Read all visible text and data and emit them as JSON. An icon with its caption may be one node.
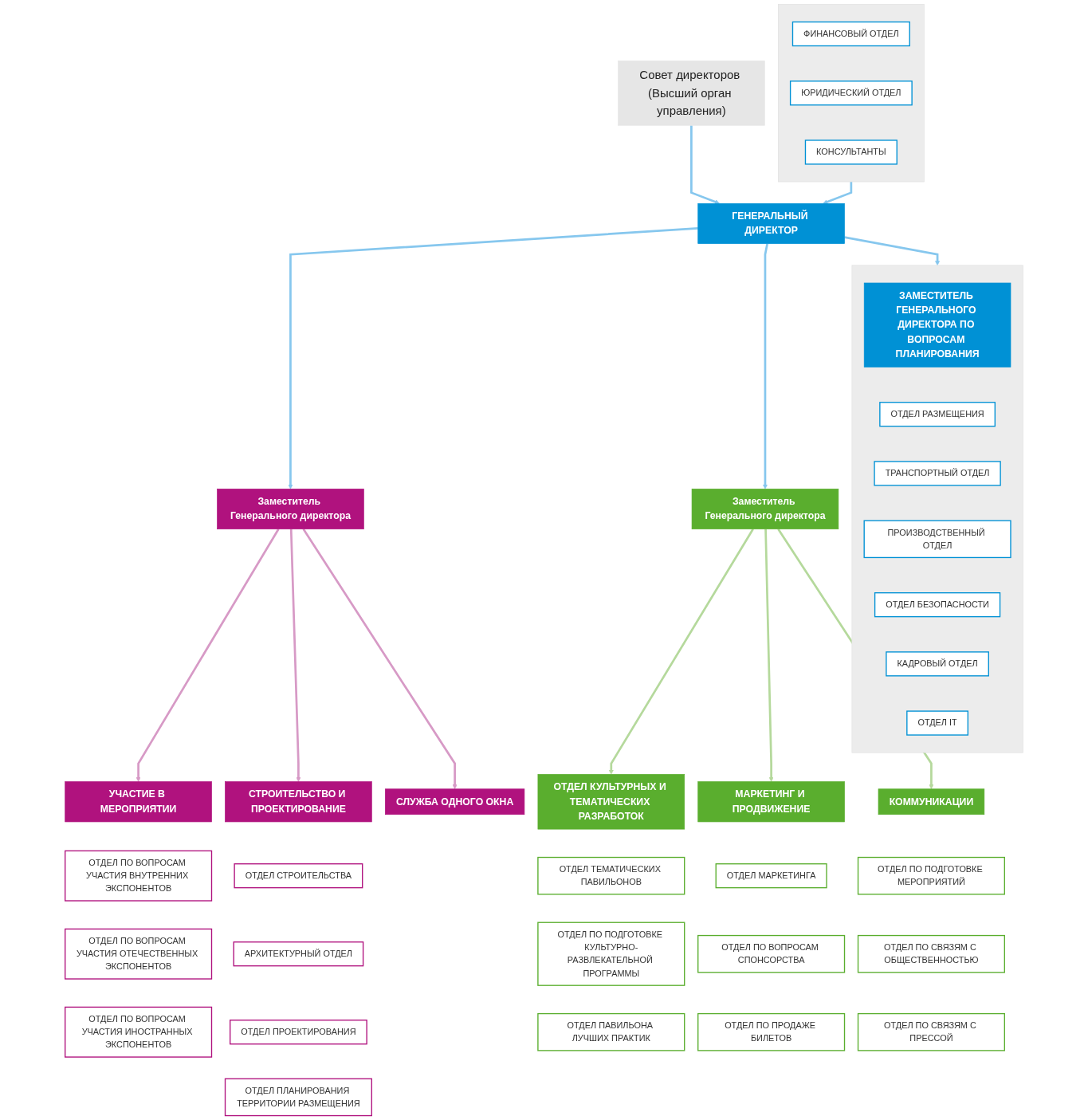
{
  "diagram": {
    "nodes": [
      {
        "text": [
          "Совет директоров (Высший орган управления)"
        ]
      },
      {
        "text": [],
        "shape": "box"
      },
      {
        "text": [
          "ФИНАНСОВЫЙ ОТДЕЛ"
        ],
        "in": 1
      },
      {
        "text": [
          "ЮРИДИЧЕСКИЙ ОТДЕЛ"
        ],
        "in": 1
      },
      {
        "text": [
          "КОНСУЛЬТАНТЫ"
        ],
        "in": 1
      },
      {
        "text": [
          "ГЕНЕРАЛЬНЫЙ ДИРЕКТОР"
        ]
      },
      {
        "text": [],
        "shape": "box"
      },
      {
        "text": [
          "ЗАМЕСТИТЕЛЬ ГЕНЕРАЛЬНОГО ДИРЕКТОРА ПО ВОПРОСАМ ПЛАНИРОВАНИЯ"
        ],
        "in": 6
      },
      {
        "text": [
          "ОТДЕЛ РАЗМЕЩЕНИЯ"
        ],
        "in": 6
      },
      {
        "text": [
          "ТРАНСПОРТНЫЙ ОТДЕЛ"
        ],
        "in": 6
      },
      {
        "text": [
          "ПРОИЗВОДСТВЕННЫЙ ОТДЕЛ"
        ],
        "in": 6
      },
      {
        "text": [
          "ОТДЕЛ БЕЗОПАСНОСТИ"
        ],
        "in": 6
      },
      {
        "text": [
          "КАДРОВЫЙ ОТДЕЛ"
        ],
        "in": 6
      },
      {
        "text": [
          "ОТДЕЛ IT"
        ],
        "in": 6
      },
      {
        "text": [
          "Заместитель Генерального директора"
        ]
      },
      {
        "text": [
          "Заместитель Генерального директора"
        ]
      },
      {
        "text": [
          "УЧАСТИЕ В МЕРОПРИЯТИИ"
        ]
      },
      {
        "text": [
          "ОТДЕЛ ПО ВОПРОСАМ УЧАСТИЯ ВНУТРЕННИХ ЭКСПОНЕНТОВ"
        ]
      },
      {
        "text": [
          "ОТДЕЛ ПО ВОПРОСАМ УЧАСТИЯ ОТЕЧЕСТВЕННЫХ ЭКСПОНЕНТОВ"
        ]
      },
      {
        "text": [
          "ОТДЕЛ ПО ВОПРОСАМ УЧАСТИЯ ИНОСТРАННЫХ ЭКСПОНЕНТОВ"
        ]
      },
      {
        "text": [
          "СТРОИТЕЛЬСТВО И ПРОЕКТИРОВАНИЕ"
        ]
      },
      {
        "text": [
          "ОТДЕЛ СТРОИТЕЛЬСТВА"
        ]
      },
      {
        "text": [
          "АРХИТЕКТУРНЫЙ ОТДЕЛ"
        ]
      },
      {
        "text": [
          "ОТДЕЛ ПРОЕКТИРОВАНИЯ"
        ]
      },
      {
        "text": [
          "ОТДЕЛ ПЛАНИРОВАНИЯ ТЕРРИТОРИИ РАЗМЕЩЕНИЯ"
        ]
      },
      {
        "text": [
          "ОТДЕЛ КУЛЬТУРНЫХ И ТЕМАТИЧЕСКИХ РАЗРАБОТОК"
        ]
      },
      {
        "text": [
          "ОТДЕЛ ТЕМАТИЧЕСКИХ ПАВИЛЬОНОВ"
        ]
      },
      {
        "text": [
          "ОТДЕЛ ПО ПОДГОТОВКЕ КУЛЬТУРНО-РАЗВЛЕКАТЕЛЬНОЙ ПРОГРАММЫ"
        ]
      },
      {
        "text": [
          "ОТДЕЛ ПАВИЛЬОНА ЛУЧШИХ ПРАКТИК"
        ]
      },
      {
        "text": [
          "МАРКЕТИНГ И ПРОДВИЖЕНИЕ"
        ]
      },
      {
        "text": [
          "ОТДЕЛ МАРКЕТИНГА"
        ]
      },
      {
        "text": [
          "ОТДЕЛ ПО ВОПРОСАМ СПОНСОРСТВА"
        ]
      },
      {
        "text": [
          "ОТДЕЛ ПО ПРОДАЖЕ БИЛЕТОВ"
        ]
      },
      {
        "text": [
          "СЛУЖБА ОДНОГО ОКНА"
        ]
      },
      {
        "text": [
          "КОММУНИКАЦИИ"
        ]
      },
      {
        "text": [
          "ОТДЕЛ ПО ПОДГОТОВКЕ МЕРОПРИЯТИЙ"
        ]
      },
      {
        "text": [
          "ОТДЕЛ ПО СВЯЗЯМ С ОБЩЕСТВЕННОСТЬЮ"
        ]
      },
      {
        "text": [
          "ОТДЕЛ ПО СВЯЗЯМ С ПРЕССОЙ"
        ]
      }
    ],
    "edges": [
      {
        "from": 0,
        "to": 5,
        "arrow": "to"
      },
      {
        "from": 1,
        "to": 5,
        "arrow": "to"
      },
      {
        "from": 5,
        "to": 6,
        "arrow": "to"
      },
      {
        "from": 5,
        "to": 14,
        "arrow": "to"
      },
      {
        "from": 5,
        "to": 15,
        "arrow": "to"
      },
      {
        "from": 14,
        "to": 16,
        "arrow": "to",
        "color": "#d79ac6"
      },
      {
        "from": 14,
        "to": 20,
        "arrow": "to",
        "color": "#d79ac6"
      },
      {
        "from": 14,
        "to": 33,
        "arrow": "to",
        "color": "#d79ac6"
      },
      {
        "from": 15,
        "to": 25,
        "arrow": "to",
        "color": "#b5d99c"
      },
      {
        "from": 15,
        "to": 29,
        "arrow": "to",
        "color": "#b5d99c"
      },
      {
        "from": 15,
        "to": 34,
        "arrow": "to",
        "color": "#b5d99c"
      }
    ]
  }
}
